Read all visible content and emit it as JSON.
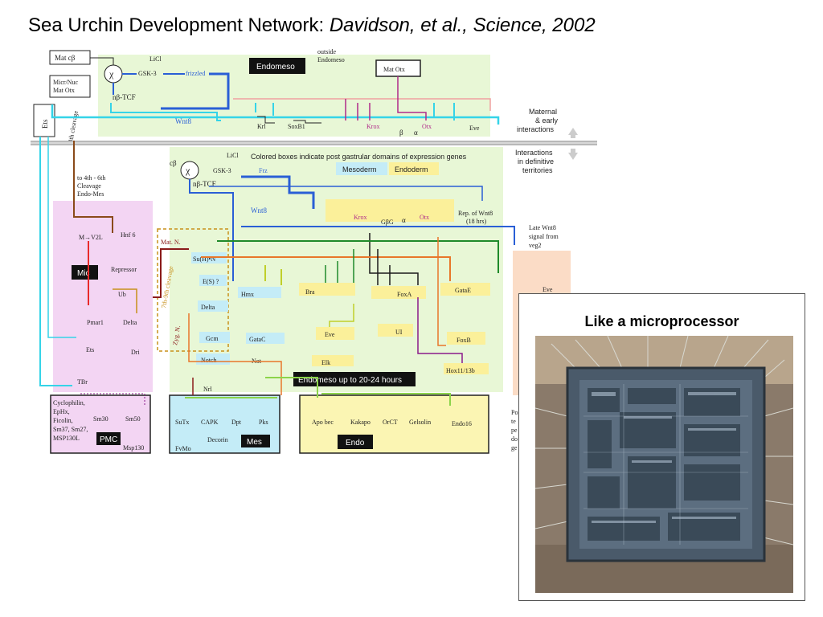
{
  "slide": {
    "title_main": "Sea Urchin Development Network: ",
    "title_citation": "Davidson, et al., Science, 2002"
  },
  "diagram": {
    "maternal_labels": {
      "mat_cb": "Mat cβ",
      "micr_nuc_1": "Micr/Nuc",
      "micr_nuc_2": "Mat Otx",
      "ets_vertical": "Ets",
      "mat_otx": "Mat Otx",
      "chi": "χ",
      "licl": "LiCl",
      "gsk3": "GSK-3",
      "frizzled": "frizzled",
      "nb_tcf": "nβ-TCF",
      "endomeso_box": "Endomeso",
      "outside_endomeso_1": "outside",
      "outside_endomeso_2": "Endomeso",
      "cleavage_4th": "4th cleavage",
      "wnt8": "Wnt8",
      "krl": "Krl",
      "soxb1": "SoxB1",
      "krox": "Krox",
      "beta": "β",
      "alpha": "α",
      "otx": "Otx",
      "eve": "Eve"
    },
    "side_notes": {
      "maternal_1": "Maternal",
      "maternal_2": "& early",
      "maternal_3": "interactions",
      "definitive_1": "Interactions",
      "definitive_2": "in definitive",
      "definitive_3": "territories"
    },
    "post_labels": {
      "cb": "cβ",
      "chi": "χ",
      "licl": "LiCl",
      "gsk3": "GSK-3",
      "frz": "Frz",
      "nb_tcf": "nβ-TCF",
      "colored_note": "Colored boxes indicate post gastrular domains of expression genes",
      "mesoderm": "Mesoderm",
      "endoderm": "Endoderm",
      "wnt8": "Wnt8",
      "krox": "Krox",
      "gbg": "GβG",
      "alpha": "α",
      "otx": "Otx",
      "rep_wnt8_1": "Rep. of Wnt8",
      "rep_wnt8_2": "(18 hrs)",
      "late_wnt8_1": "Late Wnt8",
      "late_wnt8_2": "signal from",
      "late_wnt8_3": "veg2",
      "cleave_1": "to 4th - 6th",
      "cleave_2": "Cleavage",
      "cleave_3": "Endo-Mes",
      "mic": "Mic",
      "m_v2l": "M→V2L",
      "hnf6": "Hnf 6",
      "repressor": "Repressor",
      "ub": "Ub",
      "pmar1": "Pmar1",
      "delta": "Delta",
      "ets": "Ets",
      "dri": "Dri",
      "tbr": "TBr",
      "mat_n": "Mat. N.",
      "cleavage_7_9": "7th-9th cleavage",
      "zyg_n": "Zyg. N.",
      "su_h_n": "Su(H)•N",
      "e_s": "E(S) ?",
      "delta2": "Delta",
      "gcm": "Gcm",
      "notch": "Notch",
      "nrl": "Nrl",
      "hmx": "Hmx",
      "gatac": "GataC",
      "not": "Not",
      "bra": "Bra",
      "foxa": "FoxA",
      "gatae": "GataE",
      "eve": "Eve",
      "ui": "UI",
      "foxb": "FoxB",
      "elk": "Elk",
      "hox11": "Hox11/13b",
      "eve2": "Eve",
      "endomeso_24": "Endomeso up to 20-24 hours",
      "pmc_genes_1": "Cyclophilin,",
      "pmc_genes_2": "EpHx,",
      "pmc_genes_3": "Ficolin,",
      "pmc_genes_4": "Sm37, Sm27,",
      "pmc_genes_5": "MSP130L",
      "sm30": "Sm30",
      "sm50": "Sm50",
      "pmc": "PMC",
      "msp130": "Msp130",
      "sutx": "SuTx",
      "capk": "CAPK",
      "dpt": "Dpt",
      "pks": "Pks",
      "decorin": "Decorin",
      "fvmo": "FvMo",
      "mes": "Mes",
      "apobec": "Apo bec",
      "kakapo": "Kakapo",
      "orct": "OrCT",
      "gelsolin": "Gelsolin",
      "endo16": "Endo16",
      "endo": "Endo",
      "cut_po": "Po",
      "cut_te": "te",
      "cut_pe": "pe",
      "cut_do": "do",
      "cut_ge": "ge"
    }
  },
  "inset": {
    "title": "Like a microprocessor",
    "image_description": "photograph of a microprocessor die"
  },
  "colors": {
    "wnt_blue": "#2a5fd6",
    "cyan": "#35d4e8",
    "green_panel": "#e8f7d6",
    "pink_panel": "#f3d5f3",
    "yellow_panel": "#fbf5b3",
    "mesoderm_blue": "#c4ecf7",
    "endoderm_yellow": "#fbf09a",
    "orange": "#e8772a",
    "dark_red": "#8a1a1a"
  }
}
